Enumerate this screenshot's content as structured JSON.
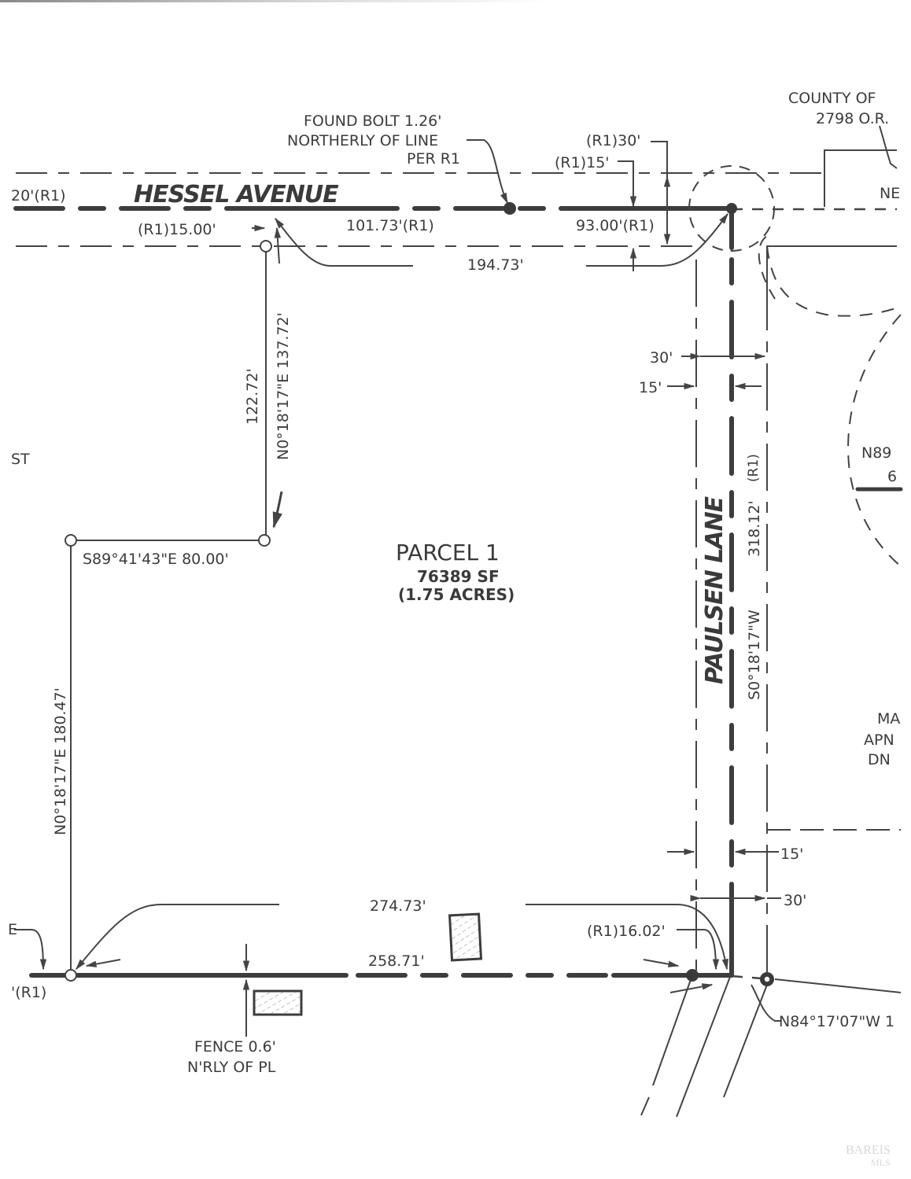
{
  "document": {
    "type": "survey-plat",
    "parcel": {
      "title": "PARCEL 1",
      "area_sf": "76389 SF",
      "area_acres": "(1.75 ACRES)"
    },
    "streets": {
      "north": "HESSEL AVENUE",
      "east": "PAULSEN LANE"
    },
    "notes": {
      "found_bolt": [
        "FOUND BOLT 1.26'",
        "NORTHERLY OF LINE",
        "PER R1"
      ],
      "fence": [
        "FENCE 0.6'",
        "N'RLY OF PL"
      ],
      "county": [
        "COUNTY OF",
        "2798 O.R."
      ]
    },
    "labels": {
      "hessel_left_width": "20'(R1)",
      "r1_15_00": "(R1)15.00'",
      "dist_101_73": "101.73'(R1)",
      "dist_93_00": "93.00'(R1)",
      "dist_194_73": "194.73'",
      "r1_30": "(R1)30'",
      "r1_15": "(R1)15'",
      "ne_partial": "NE",
      "dist_122_72": "122.72'",
      "bearing_north_inner": "N0°18'17\"E 137.72'",
      "bearing_s89": "S89°41'43\"E 80.00'",
      "bearing_west": "N0°18'17\"E 180.47'",
      "st_partial": "ST",
      "paulsen_30_top": "30'",
      "paulsen_15_top": "15'",
      "paulsen_bearing": "S0°18'17\"W",
      "paulsen_dist": "318.12'",
      "paulsen_ref": "(R1)",
      "n89_partial": "N89",
      "six_partial": "6",
      "ma_partial": "MA",
      "apn_partial": "APN",
      "dn_partial": "DN",
      "paulsen_15_bottom": "15'",
      "paulsen_30_bottom": "30'",
      "dist_274_73": "274.73'",
      "dist_258_71": "258.71'",
      "r1_16_02": "(R1)16.02'",
      "bearing_n84": "N84°17'07\"W 1",
      "r1_bottom_left": "'(R1)",
      "e_partial": "E"
    },
    "watermark": {
      "line1": "BAREIS",
      "line2": "MLS"
    },
    "colors": {
      "ink": "#3d3d3d",
      "paper": "#ffffff",
      "watermark": "#d8d8d8"
    }
  }
}
